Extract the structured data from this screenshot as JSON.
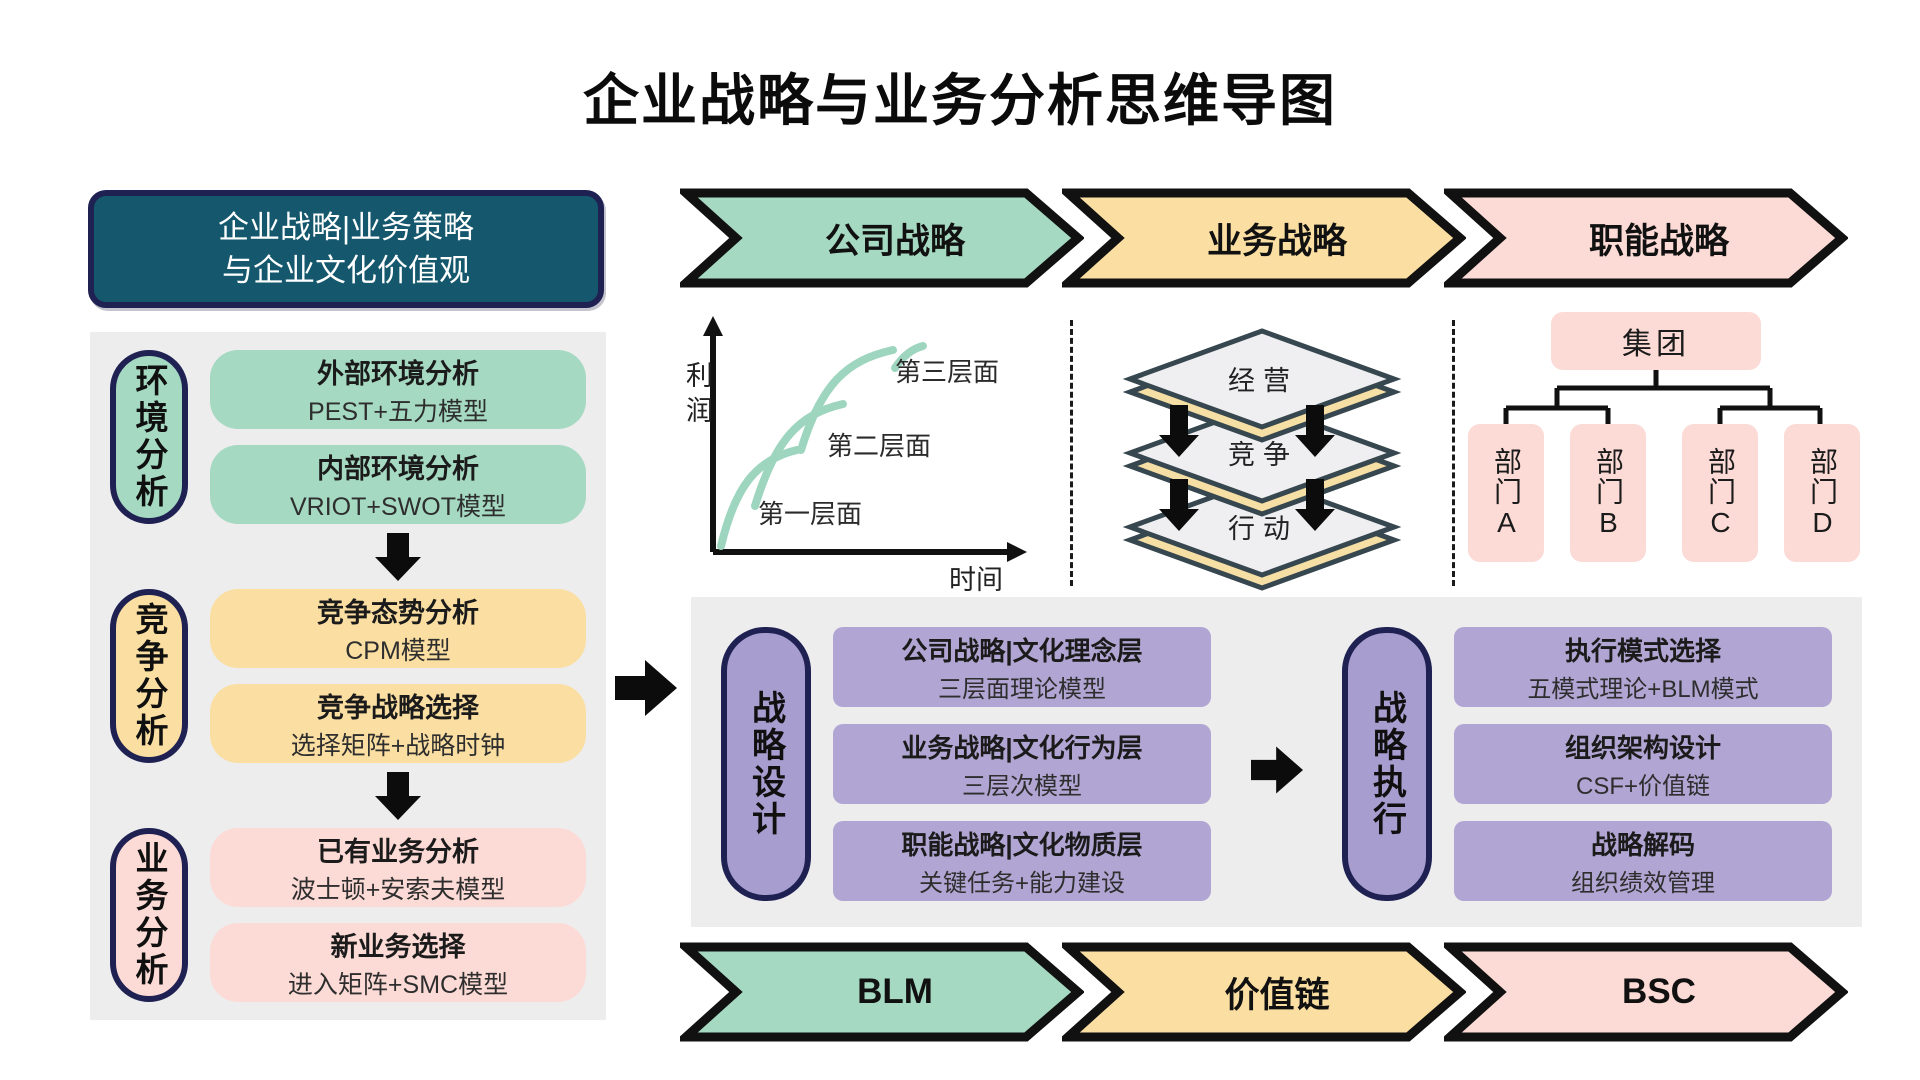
{
  "title": "企业战略与业务分析思维导图",
  "header_box": {
    "line1": "企业战略|业务策略",
    "line2": "与企业文化价值观"
  },
  "left_sections": [
    {
      "pill": "环境分析",
      "color": "teal",
      "items": [
        {
          "title": "外部环境分析",
          "subtitle": "PEST+五力模型"
        },
        {
          "title": "内部环境分析",
          "subtitle": "VRIOT+SWOT模型"
        }
      ]
    },
    {
      "pill": "竞争分析",
      "color": "yellow",
      "items": [
        {
          "title": "竞争态势分析",
          "subtitle": "CPM模型"
        },
        {
          "title": "竞争战略选择",
          "subtitle": "选择矩阵+战略时钟"
        }
      ]
    },
    {
      "pill": "业务分析",
      "color": "pink",
      "items": [
        {
          "title": "已有业务分析",
          "subtitle": "波士顿+安索夫模型"
        },
        {
          "title": "新业务选择",
          "subtitle": "进入矩阵+SMC模型"
        }
      ]
    }
  ],
  "top_banners": [
    {
      "label": "公司战略",
      "color": "teal"
    },
    {
      "label": "业务战略",
      "color": "yellow"
    },
    {
      "label": "职能战略",
      "color": "pink"
    }
  ],
  "bottom_banners": [
    {
      "label": "BLM",
      "color": "teal"
    },
    {
      "label": "价值链",
      "color": "yellow"
    },
    {
      "label": "BSC",
      "color": "pink"
    }
  ],
  "profit_chart": {
    "y_label": "利润",
    "x_label": "时间",
    "curve_labels": [
      "第一层面",
      "第二层面",
      "第三层面"
    ]
  },
  "layers_diagram": {
    "labels": [
      "经营",
      "竞争",
      "行动"
    ]
  },
  "org_chart": {
    "root": "集团",
    "departments": [
      "部门A",
      "部门B",
      "部门C",
      "部门D"
    ]
  },
  "strategy_design": {
    "pill": "战略设计",
    "items": [
      {
        "title": "公司战略|文化理念层",
        "subtitle": "三层面理论模型"
      },
      {
        "title": "业务战略|文化行为层",
        "subtitle": "三层次模型"
      },
      {
        "title": "职能战略|文化物质层",
        "subtitle": "关键任务+能力建设"
      }
    ]
  },
  "strategy_execution": {
    "pill": "战略执行",
    "items": [
      {
        "title": "执行模式选择",
        "subtitle": "五模式理论+BLM模式"
      },
      {
        "title": "组织架构设计",
        "subtitle": "CSF+价值链"
      },
      {
        "title": "战略解码",
        "subtitle": "组织绩效管理"
      }
    ]
  },
  "colors": {
    "teal": "#a5d9c2",
    "yellow": "#fbdfa2",
    "pink": "#fcdbd6",
    "purple": "#b1a6d3",
    "purple_pill": "#a89dcf",
    "navy": "#1f2152",
    "header_fill": "#15586d",
    "panel_gray": "#ededee",
    "curve_teal": "#9ed5be",
    "plate_gray": "#efeef1",
    "plate_yellow": "#f6dfa4",
    "outline_dark": "#37474f"
  }
}
